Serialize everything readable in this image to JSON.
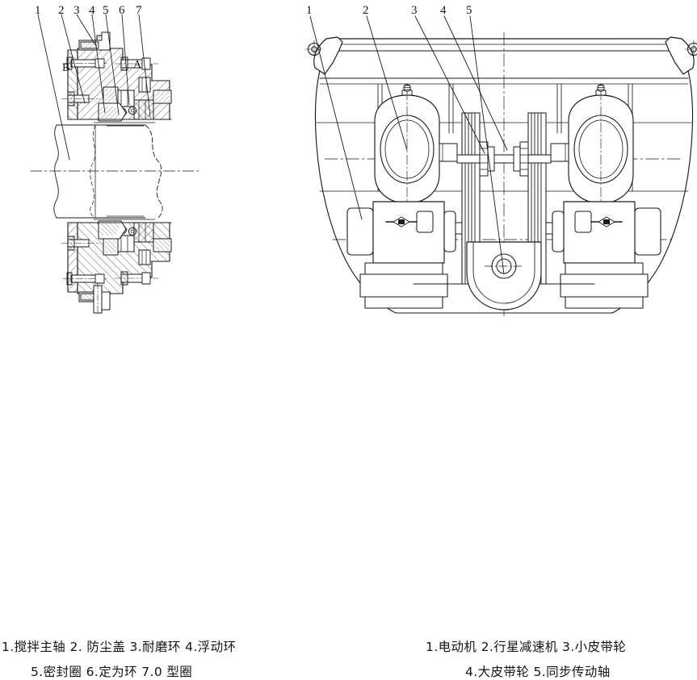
{
  "figure": {
    "background_color": "#ffffff",
    "line_color": "#1a1a1a",
    "panels": [
      {
        "id": "left",
        "name": "mixer-shaft-seal-assembly-section",
        "view_type": "cross-section",
        "detail_markers": [
          "B",
          "A"
        ],
        "callout_numbers": [
          "1",
          "2",
          "3",
          "4",
          "5",
          "6",
          "7"
        ],
        "caption_lines": [
          "1.搅拌主轴 2. 防尘盖 3.耐磨环 4.浮动环",
          "5.密封圈 6.定为环 7.0 型圈"
        ],
        "legend": [
          {
            "num": "1",
            "label": "搅拌主轴"
          },
          {
            "num": "2",
            "label": "防尘盖"
          },
          {
            "num": "3",
            "label": "耐磨环"
          },
          {
            "num": "4",
            "label": "浮动环"
          },
          {
            "num": "5",
            "label": "密封圈"
          },
          {
            "num": "6",
            "label": "定为环"
          },
          {
            "num": "7",
            "label": "0 型圈"
          }
        ]
      },
      {
        "id": "right",
        "name": "dual-motor-planetary-belt-drive-assembly",
        "view_type": "elevation",
        "callout_numbers": [
          "1",
          "2",
          "3",
          "4",
          "5"
        ],
        "caption_lines": [
          "1.电动机 2.行星减速机 3.小皮带轮",
          "4.大皮带轮 5.同步传动轴"
        ],
        "legend": [
          {
            "num": "1",
            "label": "电动机"
          },
          {
            "num": "2",
            "label": "行星减速机"
          },
          {
            "num": "3",
            "label": "小皮带轮"
          },
          {
            "num": "4",
            "label": "大皮带轮"
          },
          {
            "num": "5",
            "label": "同步传动轴"
          }
        ]
      }
    ]
  },
  "left_labels": {
    "n1": "1",
    "n2": "2",
    "n3": "3",
    "n4": "4",
    "n5": "5",
    "n6": "6",
    "n7": "7",
    "markerA": "A",
    "markerB": "B"
  },
  "right_labels": {
    "n1": "1",
    "n2": "2",
    "n3": "3",
    "n4": "4",
    "n5": "5"
  },
  "captions": {
    "left_line1": "1.搅拌主轴 2. 防尘盖 3.耐磨环 4.浮动环",
    "left_line2": "5.密封圈 6.定为环 7.0 型圈",
    "right_line1": "1.电动机 2.行星减速机 3.小皮带轮",
    "right_line2": "4.大皮带轮 5.同步传动轴"
  }
}
